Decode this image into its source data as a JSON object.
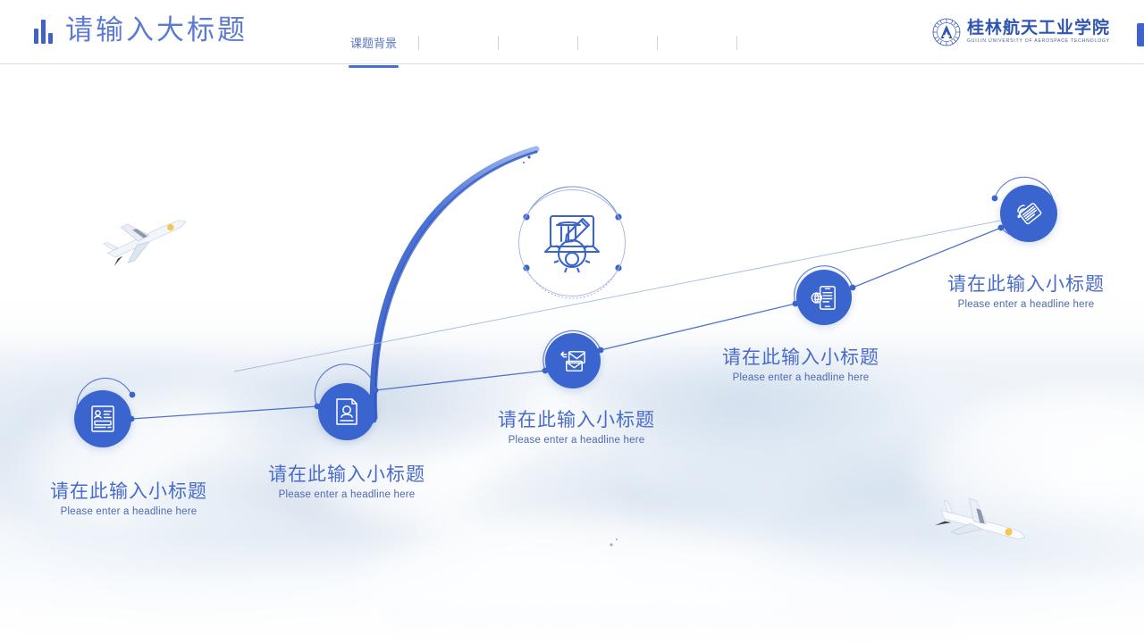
{
  "header": {
    "title": "请输入大标题",
    "logo_cn": "桂林航天工业学院",
    "logo_en": "GUILIN UNIVERSITY OF AEROSPACE TECHNOLOGY",
    "nav": [
      {
        "label": "课题背景",
        "active": true
      },
      {
        "label": "",
        "active": false
      },
      {
        "label": "",
        "active": false
      },
      {
        "label": "",
        "active": false
      },
      {
        "label": "",
        "active": false
      }
    ]
  },
  "accent": {
    "title_blue": "#5b7ad1",
    "node_blue": "#3a64ce",
    "line_blue": "#6d8ad2",
    "heading_blue": "#4a6cc9",
    "logo_blue": "#2f55b3"
  },
  "nodes": [
    {
      "id": "node-1",
      "icon": "resume-document-icon",
      "cn": "请在此输入小标题",
      "en": "Please enter a headline here"
    },
    {
      "id": "node-2",
      "icon": "person-document-icon",
      "cn": "请在此输入小标题",
      "en": "Please enter a headline here"
    },
    {
      "id": "node-3",
      "icon": "mail-envelope-icon",
      "cn": "请在此输入小标题",
      "en": "Please enter a headline here"
    },
    {
      "id": "node-4",
      "icon": "mobile-content-icon",
      "cn": "请在此输入小标题",
      "en": "Please enter a headline here"
    },
    {
      "id": "node-5",
      "icon": "wireless-signal-icon",
      "cn": "请在此输入小标题",
      "en": "Please enter a headline here"
    }
  ],
  "hub": {
    "icon": "laptop-pencil-gear-icon"
  },
  "decor": {
    "airplane_left": "airplane-icon",
    "airplane_right": "airplane-icon",
    "trail": "dotted-arc-trail"
  }
}
